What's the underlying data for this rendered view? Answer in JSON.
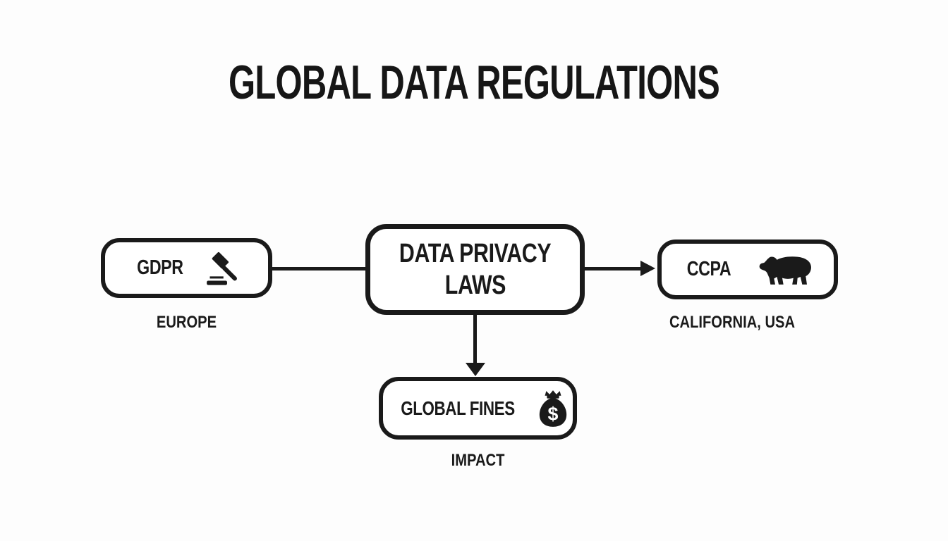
{
  "colors": {
    "background": "#fdfdfd",
    "ink": "#1a1a1a",
    "node_fill": "#ffffff"
  },
  "title": "GLOBAL DATA REGULATIONS",
  "nodes": {
    "gdpr": {
      "label": "GDPR",
      "icon": "gavel-icon",
      "region_label": "EUROPE"
    },
    "privacy": {
      "label_lines": [
        "DATA PRIVACY",
        "LAWS"
      ]
    },
    "ccpa": {
      "label": "CCPA",
      "icon": "bear-icon",
      "region_label": "CALIFORNIA, USA"
    },
    "fines": {
      "label": "GLOBAL FINES",
      "icon": "money-bag-icon",
      "region_label": "IMPACT"
    }
  },
  "icons": {
    "money_bag_symbol": "$"
  },
  "connectors": [
    {
      "from": "gdpr",
      "to": "privacy",
      "style": "plain-line"
    },
    {
      "from": "privacy",
      "to": "ccpa",
      "style": "arrow"
    },
    {
      "from": "privacy",
      "to": "fines",
      "style": "arrow"
    }
  ]
}
